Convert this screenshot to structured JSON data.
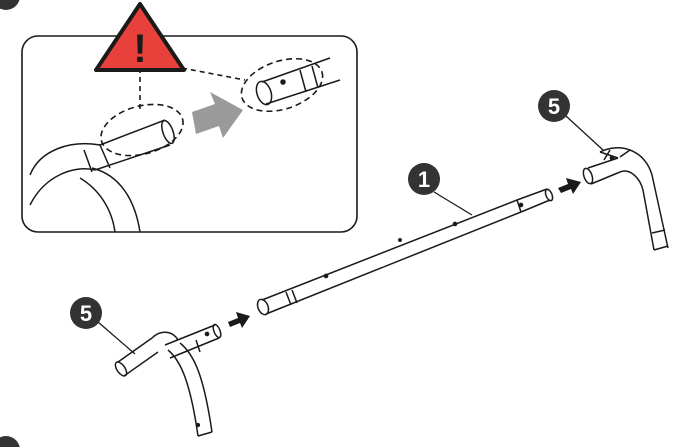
{
  "callouts": {
    "tube": "1",
    "bracket_right": "5",
    "bracket_left": "5"
  },
  "warning": {
    "symbol": "!",
    "icon": "warning-triangle-icon",
    "fill_color": "#e8413c"
  },
  "colors": {
    "outline": "#1a1a1a",
    "callout_fill": "#333333",
    "arrow_fill": "#9a9a9a",
    "dashed": "#1a1a1a"
  }
}
